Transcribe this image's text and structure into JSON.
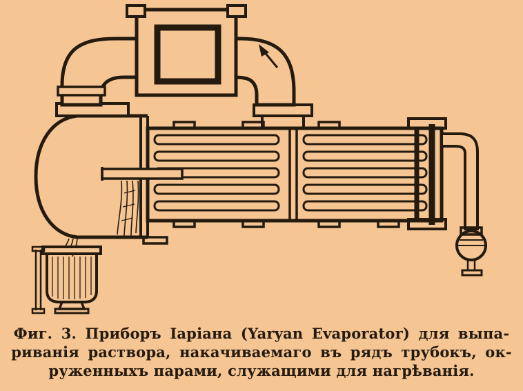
{
  "page": {
    "background": "#f5c594",
    "ink": "#241a0e"
  },
  "figure": {
    "caption_lines": [
      "Фиг. 3. Приборъ Iаріана (Yaryan Evaporator) для выпа-",
      "риванія раствора, накачиваемаго въ рядъ трубокъ, ок-",
      "руженныхъ парами, служащими для нагрѣванія."
    ],
    "icons": [
      "vapor-flow-arrow"
    ]
  }
}
